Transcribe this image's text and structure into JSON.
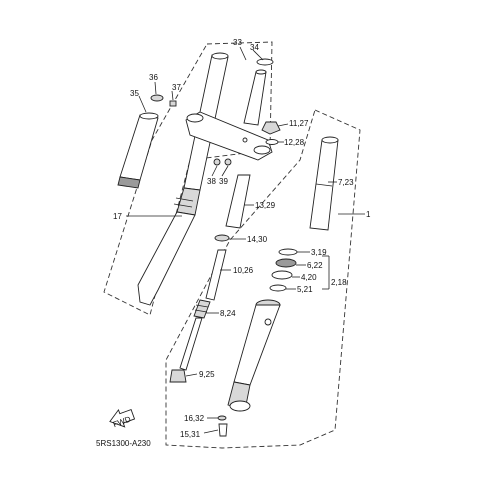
{
  "diagram": {
    "callouts": {
      "c33": "33",
      "c34": "34",
      "c36": "36",
      "c37": "37",
      "c35": "35",
      "c11_27": "11,27",
      "c12_28": "12,28",
      "c38": "38",
      "c39": "39",
      "c7_23": "7,23",
      "c17": "17",
      "c13_29": "13,29",
      "c1": "1",
      "c14_30": "14,30",
      "c3_19": "3,19",
      "c6_22": "6,22",
      "c10_26": "10,26",
      "c4_20": "4,20",
      "c2_18": "2,18",
      "c5_21": "5,21",
      "c8_24": "8,24",
      "c9_25": "9,25",
      "c16_32": "16,32",
      "c15_31": "15,31"
    },
    "fwd_label": "FWD",
    "code": "5RS1300-A230"
  }
}
